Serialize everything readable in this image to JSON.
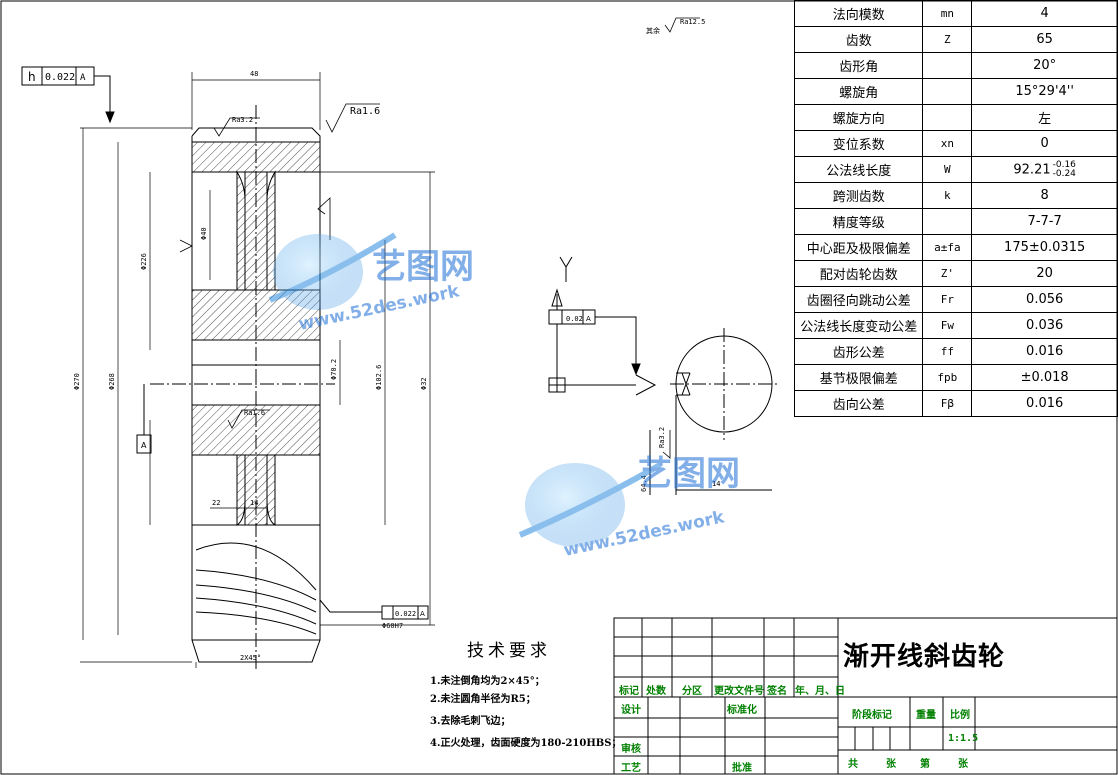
{
  "params": [
    {
      "name": "法向模数",
      "sym": "mn",
      "val": "4"
    },
    {
      "name": "齿数",
      "sym": "Z",
      "val": "65"
    },
    {
      "name": "齿形角",
      "sym": "",
      "val": "20°"
    },
    {
      "name": "螺旋角",
      "sym": "",
      "val": "15°29'4''"
    },
    {
      "name": "螺旋方向",
      "sym": "",
      "val": "左"
    },
    {
      "name": "变位系数",
      "sym": "xn",
      "val": "0"
    },
    {
      "name": "公法线长度",
      "sym": "W",
      "val": "92.21"
    },
    {
      "name": "跨测齿数",
      "sym": "k",
      "val": "8"
    },
    {
      "name": "精度等级",
      "sym": "",
      "val": "7-7-7"
    },
    {
      "name": "中心距及极限偏差",
      "sym": "a±fa",
      "val": "175±0.0315"
    },
    {
      "name": "配对齿轮齿数",
      "sym": "Z'",
      "val": "20"
    },
    {
      "name": "齿圈径向跳动公差",
      "sym": "Fr",
      "val": "0.056"
    },
    {
      "name": "公法线长度变动公差",
      "sym": "Fw",
      "val": "0.036"
    },
    {
      "name": "齿形公差",
      "sym": "ff",
      "val": "0.016"
    },
    {
      "name": "基节极限偏差",
      "sym": "fpb",
      "val": "±0.018"
    },
    {
      "name": "齿向公差",
      "sym": "Fβ",
      "val": "0.016"
    }
  ],
  "w_tolerance": {
    "upper": "-0.16",
    "lower": "-0.24"
  },
  "gdt_left": {
    "symbol": "h",
    "value": "0.022",
    "datum": "A"
  },
  "gdt_keyway": {
    "value": "0.02",
    "datum": "A"
  },
  "gdt_bottom": {
    "value": "0.022",
    "datum": "A"
  },
  "datum_label": "A",
  "roughness": {
    "top": "Ra1.6",
    "hub": "Ra1.6",
    "rim": "Ra3.2",
    "rest": "其余",
    "rest_val": "Ra12.5",
    "key_side": "Ra3.2"
  },
  "dims": {
    "width": "48",
    "chamfer": "2X45°",
    "d1": "Φ270",
    "d2": "Φ268",
    "d3": "Φ226",
    "d4": "Φ102.6",
    "d5": "Φ70.2",
    "d6": "Φ40",
    "d7": "Φ32",
    "hub_w": "22",
    "web_w": "14",
    "bore": "Φ60H7",
    "key_w": "14",
    "key_h": "64.4"
  },
  "tech": {
    "title": "技术要求",
    "items": [
      "1.未注倒角均为2×45°；",
      "2.未注圆角半径为R5；",
      "3.去除毛刺飞边；",
      "4.正火处理，齿面硬度为180-210HBS；"
    ]
  },
  "titleblock": {
    "part_name": "渐开线斜齿轮",
    "row_labels": [
      "标记",
      "处数",
      "分区",
      "更改文件号",
      "签名",
      "年、月、日"
    ],
    "design": "设计",
    "standard": "标准化",
    "stage_mark": "阶段标记",
    "weight": "重量",
    "ratio": "比例",
    "scale": "1:1.5",
    "review": "审核",
    "process": "工艺",
    "approve": "批准",
    "sheet": [
      "共",
      "张",
      "第",
      "张"
    ]
  },
  "watermark": {
    "brand": "艺图网",
    "url": "www.52des.work"
  },
  "colors": {
    "line": "#000000",
    "titleblock_text": "#008000",
    "watermark": "#1f6fd6"
  }
}
